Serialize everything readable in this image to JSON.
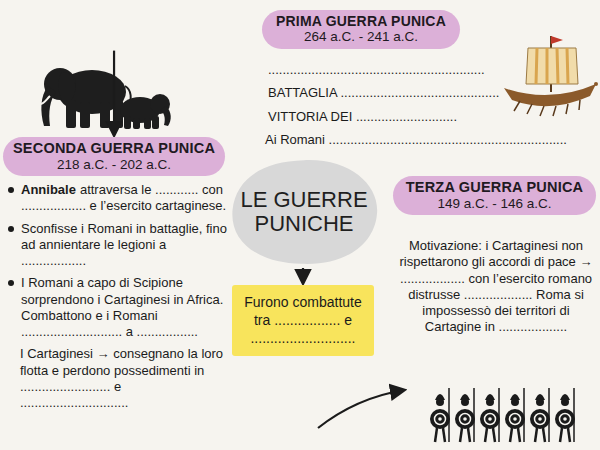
{
  "diagram": {
    "nodes": [
      {
        "text": [
          "PRIMA GUERRA PUNICA",
          "264 a.C. - 241 a.C."
        ]
      },
      {
        "text": [
          "SECONDA GUERRA PUNICA",
          "218 a.C. - 202 a.C."
        ]
      },
      {
        "text": [
          "LE GUERRE PUNICHE"
        ]
      },
      {
        "text": [
          "TERZA GUERRA PUNICA",
          "149 a.C. - 146 a.C."
        ]
      },
      {
        "text": [
          "Furono combattute tra ................. e ..........................."
        ]
      }
    ],
    "edges": [
      {
        "from": 0,
        "to": 1,
        "arrow": "to"
      },
      {
        "from": 2,
        "to": 4,
        "arrow": "to"
      }
    ],
    "labels": [
      "............................................................",
      "BATTAGLIA ............................................",
      "VITTORIA DEI ............................",
      "Ai Romani ..................................................................",
      "Annibale",
      "attraversa le ............ con .................. e l’esercito cartaginese.",
      "Sconfisse i Romani in battaglie, fino ad annientare le legioni a ..................",
      "I Romani a capo di Scipione sorprendono i Cartaginesi in Africa. Combattono e i Romani ............................ a .................",
      "I Cartaginesi → consegnano la loro flotta e perdono possedimenti in ......................... e ..............................",
      "Motivazione: i Cartaginesi non rispettarono gli accordi di pace → .................. con l’esercito romano distrusse ................... Roma si impossessò dei territori di Cartagine in ..................."
    ]
  }
}
